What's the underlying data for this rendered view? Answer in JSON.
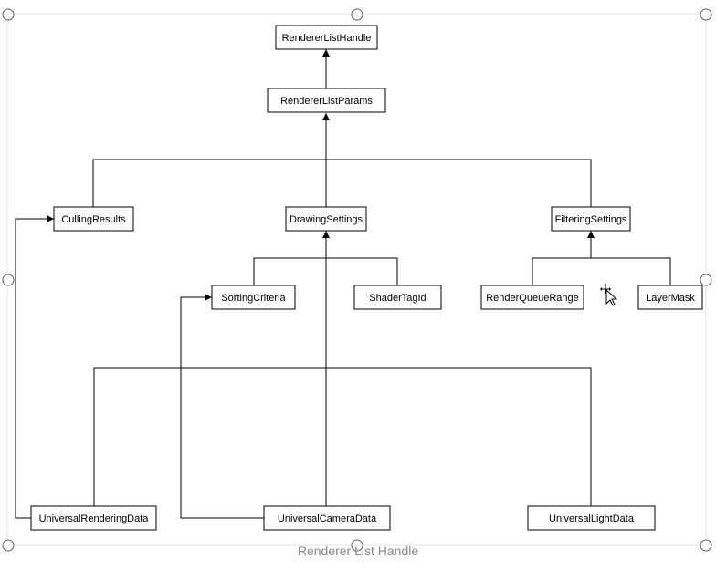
{
  "diagram": {
    "caption": "Renderer List Handle",
    "colors": {
      "stroke": "#000000",
      "handle": "#5f5f5f",
      "frame": "#e3e3e3",
      "caption": "#8a8a8a"
    },
    "nodes": [
      {
        "id": "renderer-list-handle",
        "label": "RendererListHandle"
      },
      {
        "id": "renderer-list-params",
        "label": "RendererListParams"
      },
      {
        "id": "culling-results",
        "label": "CullingResults"
      },
      {
        "id": "drawing-settings",
        "label": "DrawingSettings"
      },
      {
        "id": "filtering-settings",
        "label": "FilteringSettings"
      },
      {
        "id": "sorting-criteria",
        "label": "SortingCriteria"
      },
      {
        "id": "shader-tag-id",
        "label": "ShaderTagId"
      },
      {
        "id": "render-queue-range",
        "label": "RenderQueueRange"
      },
      {
        "id": "layer-mask",
        "label": "LayerMask"
      },
      {
        "id": "universal-rendering-data",
        "label": "UniversalRenderingData"
      },
      {
        "id": "universal-camera-data",
        "label": "UniversalCameraData"
      },
      {
        "id": "universal-light-data",
        "label": "UniversalLightData"
      }
    ],
    "edges": [
      {
        "from": "renderer-list-params",
        "to": "renderer-list-handle"
      },
      {
        "from": "culling-results",
        "to": "renderer-list-params"
      },
      {
        "from": "drawing-settings",
        "to": "renderer-list-params"
      },
      {
        "from": "filtering-settings",
        "to": "renderer-list-params"
      },
      {
        "from": "sorting-criteria",
        "to": "drawing-settings"
      },
      {
        "from": "shader-tag-id",
        "to": "drawing-settings"
      },
      {
        "from": "render-queue-range",
        "to": "filtering-settings"
      },
      {
        "from": "layer-mask",
        "to": "filtering-settings"
      },
      {
        "from": "universal-rendering-data",
        "to": "drawing-settings"
      },
      {
        "from": "universal-camera-data",
        "to": "drawing-settings"
      },
      {
        "from": "universal-light-data",
        "to": "drawing-settings"
      },
      {
        "from": "universal-rendering-data",
        "to": "culling-results"
      },
      {
        "from": "universal-camera-data",
        "to": "sorting-criteria"
      }
    ]
  }
}
